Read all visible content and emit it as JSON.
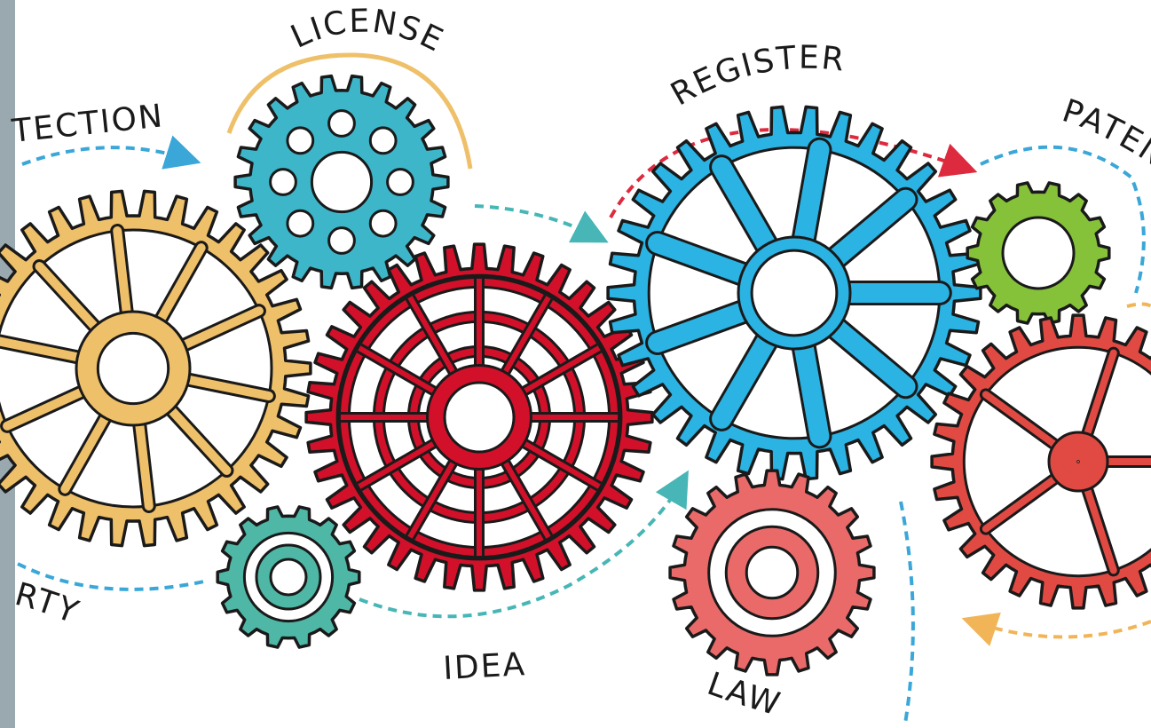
{
  "labels": {
    "protection": "TECTION",
    "license": "LICENSE",
    "register": "REGISTER",
    "patent": "PATEN",
    "property": "RTY",
    "idea": "IDEA",
    "law": "LAW"
  },
  "colors": {
    "side_band": "#9aa8b0",
    "ink": "#1a1a1a",
    "gear_yellow": "#efc06a",
    "gear_teal": "#3eb6c9",
    "gear_red": "#d2102a",
    "gear_blue": "#2ab3e3",
    "gear_green": "#86c13a",
    "gear_coral": "#e14a43",
    "gear_seagreen": "#4fb7a5",
    "gear_pink": "#ea6a6a",
    "arrow_blue": "#3aa7d8",
    "arrow_red": "#de2a3e",
    "arrow_orange": "#f1b558",
    "arrow_teal": "#48b6b6"
  }
}
